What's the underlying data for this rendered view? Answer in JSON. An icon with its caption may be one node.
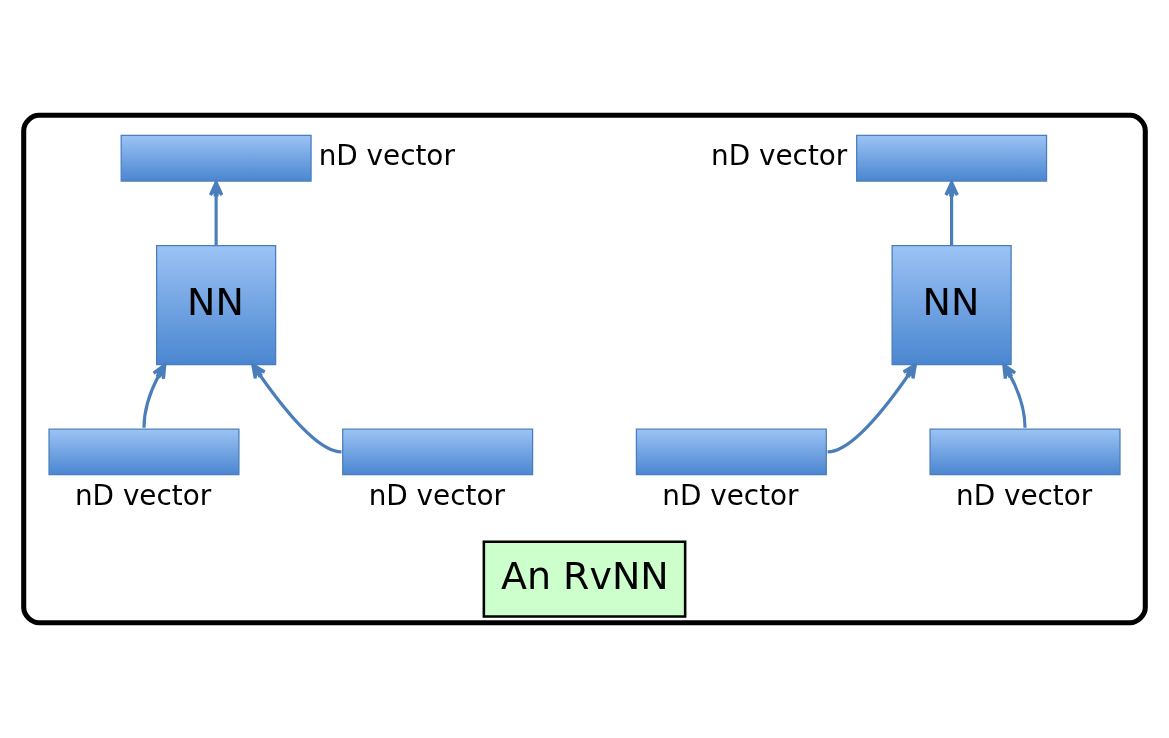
{
  "diagram": {
    "nodes": [
      {
        "text": [
          "An RvNN"
        ]
      },
      {
        "text": [],
        "shape": "bar",
        "beside": [
          "nD vector"
        ],
        "in": 0
      },
      {
        "text": [],
        "shape": "bar",
        "beside": [
          "nD vector"
        ],
        "in": 0
      },
      {
        "text": [
          "NN"
        ],
        "in": 0
      },
      {
        "text": [
          "NN"
        ],
        "in": 0
      },
      {
        "text": [],
        "shape": "bar",
        "beside": [
          "nD vector"
        ],
        "in": 0
      },
      {
        "text": [],
        "shape": "bar",
        "beside": [
          "nD vector"
        ],
        "in": 0
      },
      {
        "text": [],
        "shape": "bar",
        "beside": [
          "nD vector"
        ],
        "in": 0
      },
      {
        "text": [],
        "shape": "bar",
        "beside": [
          "nD vector"
        ],
        "in": 0
      }
    ],
    "edges": [
      {
        "from": 5,
        "to": 3,
        "arrow": "to"
      },
      {
        "from": 6,
        "to": 3,
        "arrow": "to"
      },
      {
        "from": 3,
        "to": 1,
        "arrow": "to"
      },
      {
        "from": 7,
        "to": 4,
        "arrow": "to"
      },
      {
        "from": 8,
        "to": 4,
        "arrow": "to"
      },
      {
        "from": 4,
        "to": 2,
        "arrow": "to"
      }
    ]
  }
}
